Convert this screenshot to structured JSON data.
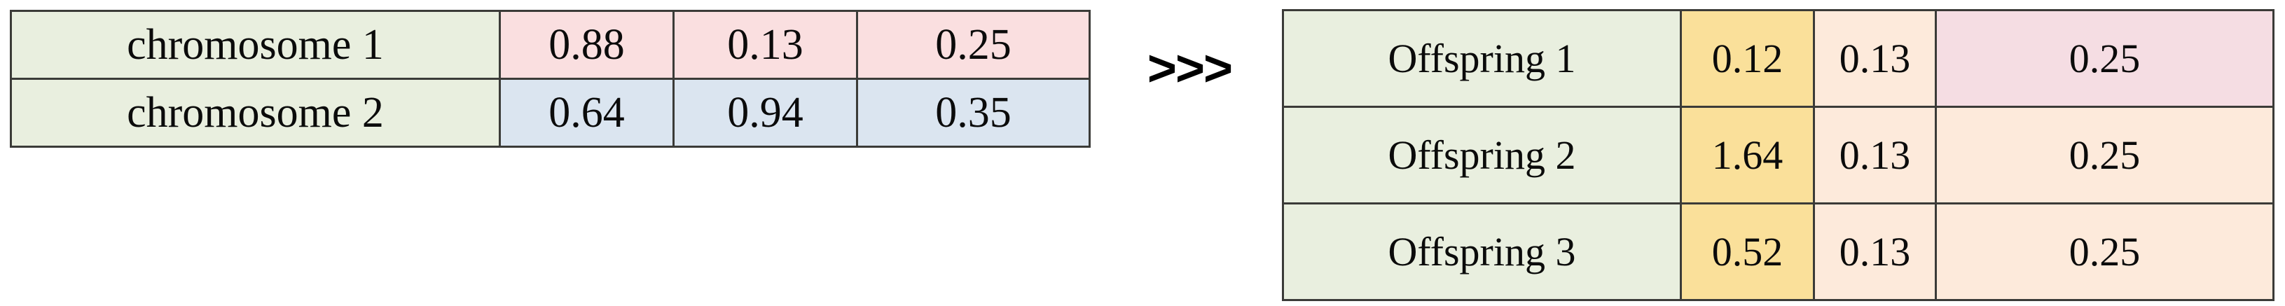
{
  "colors": {
    "background": "#ffffff",
    "border": "#3b3b38",
    "label_green": "#e9efdf",
    "parent1_pink": "#fadfe0",
    "parent2_blue": "#dbe5f0",
    "offspring_yellow": "#fae09a",
    "offspring_peach": "#fdeadb",
    "offspring_mauve": "#f5dde3",
    "text": "#0b0b0b"
  },
  "parents_table": {
    "rows": [
      {
        "label": "chromosome 1",
        "label_fill": "fill-green",
        "value_fill": "fill-pink",
        "values": [
          "0.88",
          "0.13",
          "0.25"
        ]
      },
      {
        "label": "chromosome 2",
        "label_fill": "fill-green",
        "value_fill": "fill-blue",
        "values": [
          "0.64",
          "0.94",
          "0.35"
        ]
      }
    ]
  },
  "arrow": {
    "glyph": ">>>",
    "icon_name": "triple-chevron-right-icon"
  },
  "offspring_table": {
    "rows": [
      {
        "label": "Offspring 1",
        "label_fill": "fill-green",
        "values": [
          "0.12",
          "0.13",
          "0.25"
        ],
        "value_fills": [
          "fill-yellow",
          "fill-peach",
          "fill-mauve"
        ]
      },
      {
        "label": "Offspring 2",
        "label_fill": "fill-green",
        "values": [
          "1.64",
          "0.13",
          "0.25"
        ],
        "value_fills": [
          "fill-yellow",
          "fill-peach",
          "fill-peach"
        ]
      },
      {
        "label": "Offspring 3",
        "label_fill": "fill-green",
        "values": [
          "0.52",
          "0.13",
          "0.25"
        ],
        "value_fills": [
          "fill-yellow",
          "fill-peach",
          "fill-peach"
        ]
      }
    ]
  }
}
